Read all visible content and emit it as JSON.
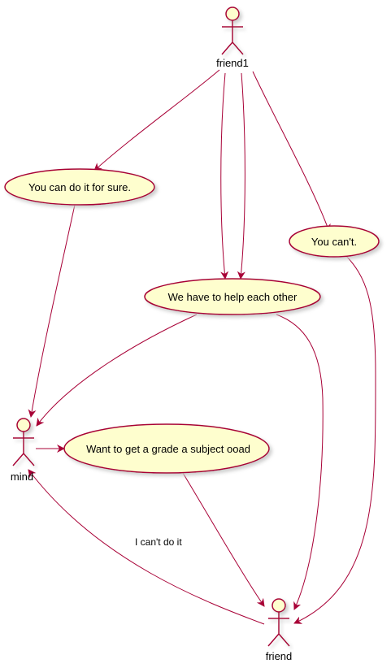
{
  "diagram": {
    "colors": {
      "line": "#A80036",
      "usecase_fill": "#FEFECE",
      "shadow": "#C8C8C8",
      "background": "#FFFFFF"
    },
    "actors": {
      "friend1": "friend1",
      "mind": "mind",
      "friend": "friend"
    },
    "usecases": {
      "sure": "You can do it for sure.",
      "cant": "You can't.",
      "help": "We have to help each other",
      "grade": "Want to get a grade a subject ooad"
    },
    "edge_labels": {
      "cant_do_it": "I can't do it"
    }
  }
}
